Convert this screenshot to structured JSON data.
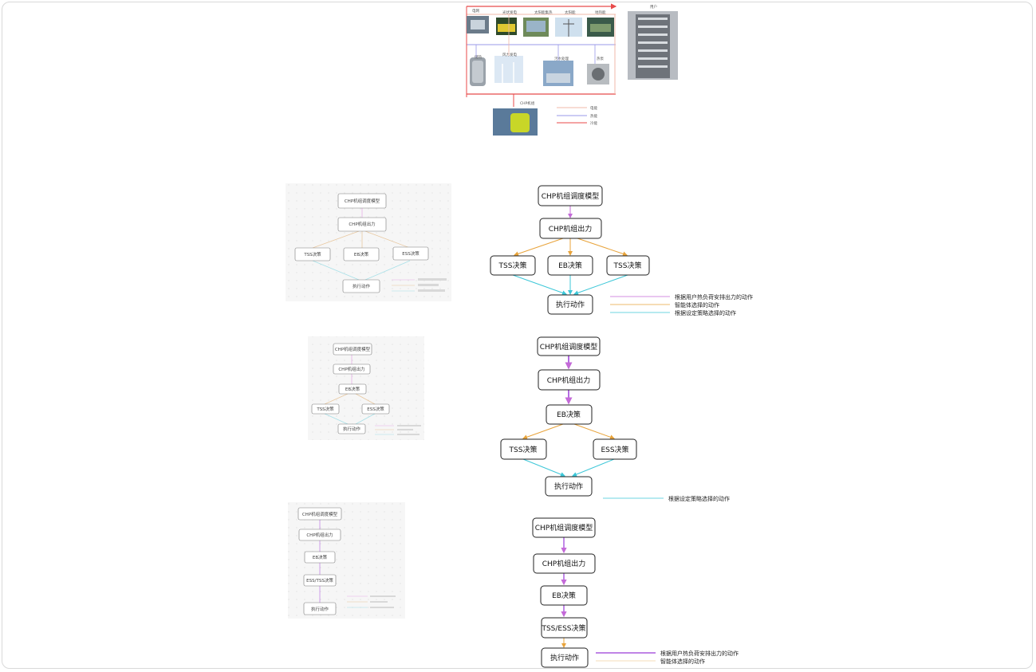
{
  "scheme": {
    "top_labels": [
      "电网",
      "光伏发电",
      "太阳能集热",
      "太阳能",
      "地热能"
    ],
    "mid_labels": [
      "储热",
      "风力发电",
      "污水处理",
      "热泵"
    ],
    "bottom_label": "CHP机组",
    "building_label": "用户",
    "legend": [
      "电能",
      "热能",
      "冷能"
    ],
    "colors": {
      "electric": "#f0b8a8",
      "heat": "#9a9ae8",
      "cold": "#e84a4a"
    }
  },
  "diagram_a": {
    "top": "CHP机组调度模型",
    "second": "CHP机组出力",
    "left": "TSS决策",
    "middle": "EB决策",
    "right": "TSS决策",
    "bottom": "执行动作",
    "legend": [
      "根据用户热负荷安排出力的动作",
      "智能体选择的动作",
      "根据设定策略选择的动作"
    ],
    "colors": {
      "purple": "#c46ad8",
      "orange": "#e8a33a",
      "cyan": "#3dc7d8"
    }
  },
  "thumb_a": {
    "top": "CHP机组调度模型",
    "second": "CHP机组出力",
    "left": "TSS决策",
    "middle": "EB决策",
    "right": "ESS决策",
    "bottom": "执行动作"
  },
  "diagram_b": {
    "top": "CHP机组调度模型",
    "second": "CHP机组出力",
    "third": "EB决策",
    "left": "TSS决策",
    "right": "ESS决策",
    "bottom": "执行动作",
    "legend": [
      "根据设定策略选择的动作"
    ]
  },
  "thumb_b": {
    "top": "CHP机组调度模型",
    "second": "CHP机组出力",
    "third": "EB决策",
    "left": "TSS决策",
    "right": "ESS决策",
    "bottom": "执行动作"
  },
  "diagram_c": {
    "top": "CHP机组调度模型",
    "second": "CHP机组出力",
    "third": "EB决策",
    "fourth": "TSS/ESS决策",
    "bottom": "执行动作",
    "legend": [
      "根据用户热负荷安排出力的动作",
      "智能体选择的动作"
    ]
  },
  "thumb_c": {
    "top": "CHP机组调度模型",
    "second": "CHP机组出力",
    "third": "EB决策",
    "fourth": "ESS/TSS决策",
    "bottom": "执行动作"
  }
}
